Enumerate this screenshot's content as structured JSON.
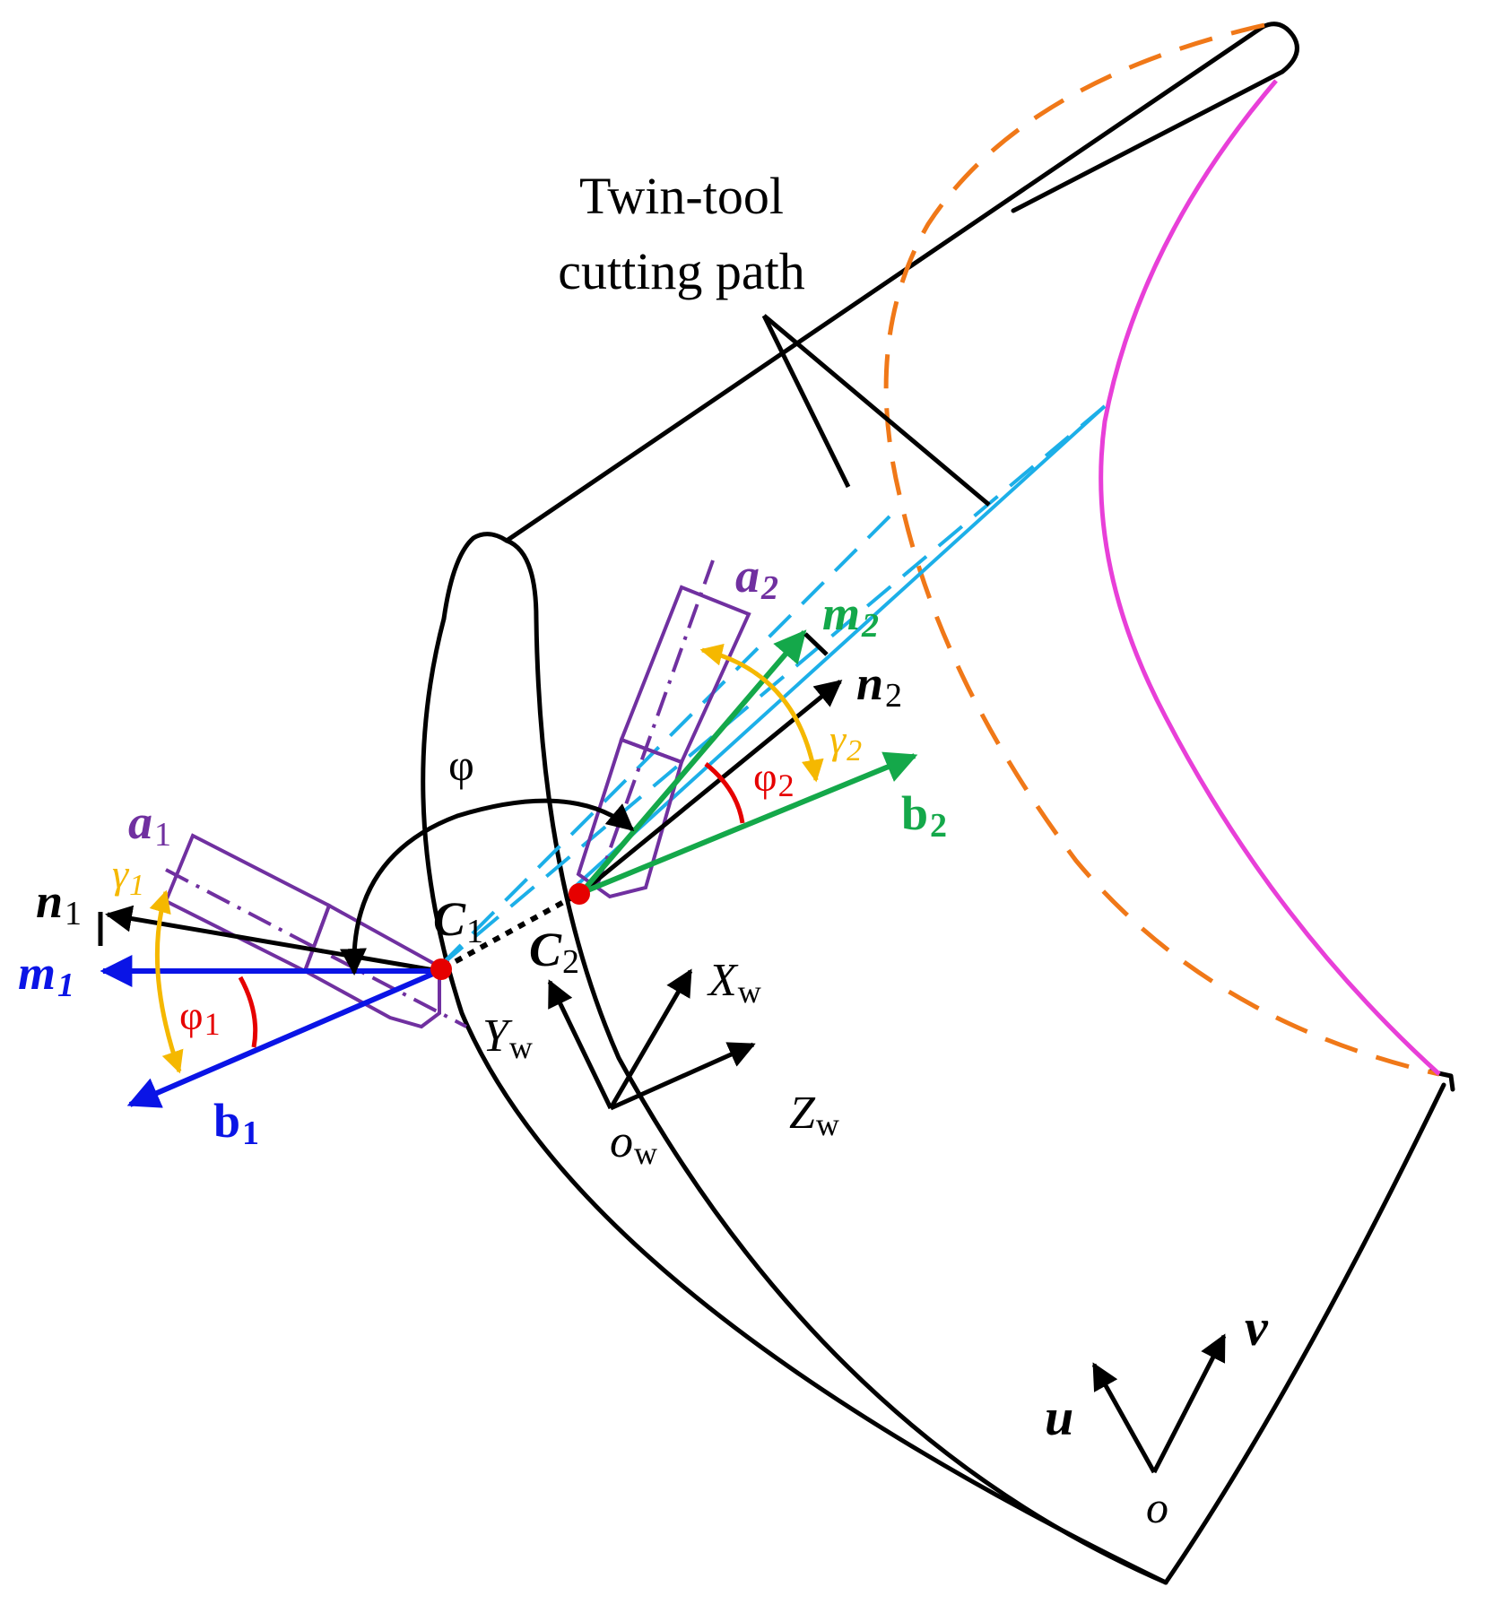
{
  "caption": {
    "line1": "Twin-tool",
    "line2": "cutting path"
  },
  "labels": {
    "a1": {
      "main": "a",
      "sub": "1"
    },
    "a2": {
      "main": "a",
      "sub": "2"
    },
    "n1": {
      "main": "n",
      "sub": "1"
    },
    "n2": {
      "main": "n",
      "sub": "2"
    },
    "m1": {
      "main": "m",
      "sub": "1"
    },
    "m2": {
      "main": "m",
      "sub": "2"
    },
    "b1": {
      "main": "b",
      "sub": "1"
    },
    "b2": {
      "main": "b",
      "sub": "2"
    },
    "gamma1": {
      "main": "γ",
      "sub": "1"
    },
    "gamma2": {
      "main": "γ",
      "sub": "2"
    },
    "phi1": {
      "main": "φ",
      "sub": "1"
    },
    "phi2": {
      "main": "φ",
      "sub": "2"
    },
    "phi": "φ",
    "C1": {
      "main": "C",
      "sub": "1"
    },
    "C2": {
      "main": "C",
      "sub": "2"
    },
    "Xw": {
      "main": "X",
      "sub": "w"
    },
    "Yw": {
      "main": "Y",
      "sub": "w"
    },
    "Zw": {
      "main": "Z",
      "sub": "w"
    },
    "ow": {
      "main": "o",
      "sub": "w"
    },
    "u": "u",
    "v": "v",
    "o": "o"
  },
  "colors": {
    "outline": "#000000",
    "tool": "#7030a0",
    "path": "#1cafe8",
    "edge_dashed": "#f07818",
    "edge_magenta": "#e83fd8",
    "m1_b1": "#0a14e6",
    "m2_b2": "#14a84a",
    "gamma": "#f5b800",
    "phi_small": "#e60000",
    "contact_point": "#e60000"
  }
}
